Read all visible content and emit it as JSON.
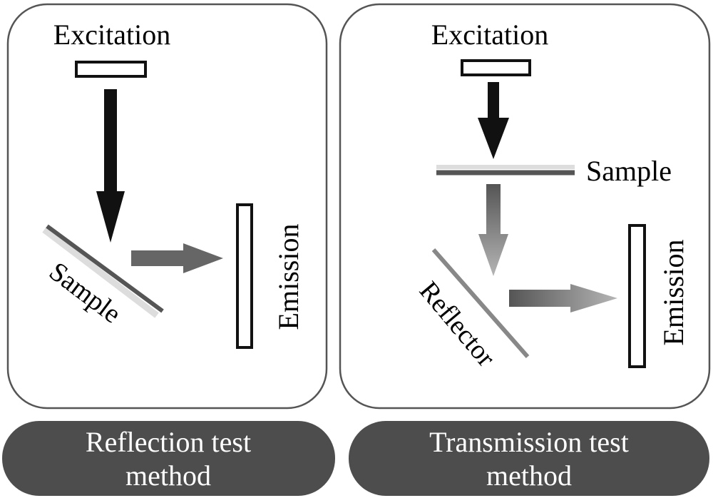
{
  "panels": [
    {
      "excitation_label": "Excitation",
      "sample_label": "Sample",
      "emission_label": "Emission",
      "caption_line1": "Reflection test",
      "caption_line2": "method"
    },
    {
      "excitation_label": "Excitation",
      "sample_label": "Sample",
      "reflector_label": "Reflector",
      "emission_label": "Emission",
      "caption_line1": "Transmission test",
      "caption_line2": "method"
    }
  ],
  "colors": {
    "frame_stroke": "#555555",
    "caption_pill": "#4d4d4d",
    "arrow_black": "#111111",
    "arrow_gray": "#666666",
    "plate_dark": "#555555",
    "plate_light": "#dddddd"
  }
}
